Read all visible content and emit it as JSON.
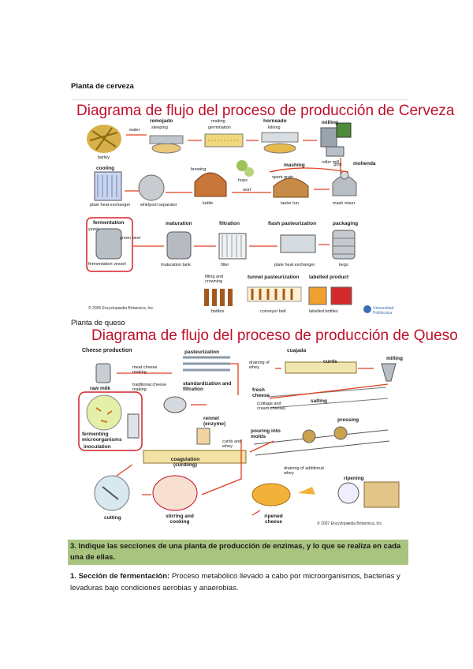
{
  "beer": {
    "section_label": "Planta de cerveza",
    "title": "Diagrama de flujo del proceso de producción de Cerveza",
    "labels": {
      "remojado": "remojado",
      "steeping": "steeping",
      "malting": "malting",
      "germination": "germination",
      "horneado": "horneado",
      "kilning": "kilning",
      "milling": "milling",
      "water": "water",
      "barley": "barley",
      "roller_mill": "roller mill",
      "cooling": "cooling",
      "brewing": "brewing",
      "mashing": "mashing",
      "molienda": "molienda",
      "grist": "grist",
      "hops": "hops",
      "spent_grain": "spent grain",
      "wort": "wort",
      "plate_heat_exchanger": "plate heat exchanger",
      "whirlpool": "whirlpool separator",
      "kettle": "kettle",
      "lauter_tun": "lauter tun",
      "mash_mixer": "mash mixer",
      "fermentation": "fermentation",
      "yeast": "yeast",
      "green_beer": "green beer",
      "fermentation_vessel": "fermentation vessel",
      "maturation": "maturation",
      "maturation_tank": "maturation tank",
      "filtration": "filtration",
      "filter": "filter",
      "flash_pasteurization": "flash pasteurization",
      "plate_heat_exchanger2": "plate heat exchanger",
      "packaging": "packaging",
      "kegs": "kegs",
      "filling_crowning": "filling and crowning",
      "tunnel_pasteurization": "tunnel pasteurization",
      "labelled_product": "labelled product",
      "bottles": "bottles",
      "conveyor_belt": "conveyor belt",
      "labelled_bottles": "labelled bottles"
    },
    "copyright": "© 2005 Encyclopædia Britannica, Inc.",
    "publisher": "Universidad Politécnica"
  },
  "cheese": {
    "section_label": "Planta de queso",
    "title": "Diagrama de flujo del proceso de producción de Queso",
    "labels": {
      "cheese_production": "Cheese production",
      "pasteurization": "pasteurization",
      "cuajada": "cuajada",
      "curds": "curds",
      "milling": "milling",
      "draining_of_whey": "draining of whey",
      "meat_cheese": "meat cheese making",
      "traditional": "traditional cheese making",
      "raw_milk": "raw milk",
      "standardization": "standardization and filtration",
      "fresh_cheese": "fresh cheese",
      "cottage": "(cottage and cream cheese)",
      "salting": "salting",
      "fermenting": "fermenting microorganisms",
      "inoculation": "inoculation",
      "rennet": "rennet (enzyme)",
      "pouring": "pouring into molds",
      "pressing": "pressing",
      "curds_whey": "curds and whey",
      "coagulation": "coagulation (curdling)",
      "draining_additional": "draining of additional whey",
      "ripening": "ripening",
      "cutting": "cutting",
      "stirring": "stirring and cooking",
      "ripened_cheese": "ripened cheese"
    },
    "copyright": "© 2007 Encyclopædia Britannica, Inc."
  },
  "question": {
    "text": "3. Indique las secciones de una planta de producción de enzimas, y lo que se realiza en cada una de ellas."
  },
  "answer": {
    "number": "1.",
    "title": "Sección de fermentación:",
    "body": "Proceso metabólico llevado a cabo por microorganismos, bacterias y levaduras bajo condiciones aerobias y anaerobias."
  },
  "colors": {
    "title_red": "#c0102a",
    "question_bg": "#a9c47f",
    "arrow": "#e04020"
  }
}
